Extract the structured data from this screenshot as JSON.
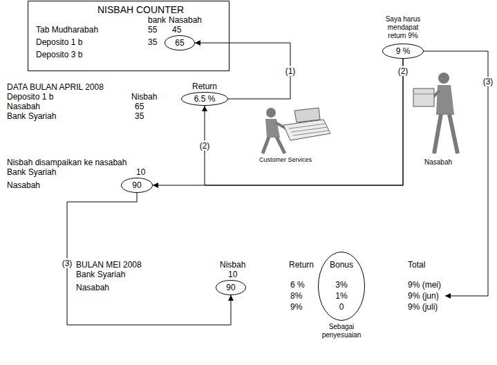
{
  "diagram": {
    "nodes": [
      {
        "text": [
          "NISBAH COUNTER",
          "bank",
          "Nasabah",
          "Tab Mudharabah",
          "55",
          "45",
          "Deposito 1 b",
          "35",
          "Deposito 3 b"
        ]
      },
      {
        "text": [
          "65"
        ],
        "in": 0
      },
      {
        "text": [
          "Return",
          "6.5 %"
        ]
      },
      {
        "text": [
          "90"
        ]
      },
      {
        "text": [
          "Saya harus mendapat return 9%",
          "9 %"
        ]
      },
      {
        "text": [
          "90"
        ]
      },
      {
        "text": [
          "Bonus",
          "3%",
          "1%",
          "0"
        ]
      }
    ],
    "edges": [
      {
        "from": 2,
        "to": 1,
        "arrow": "to",
        "label": "(1)"
      },
      {
        "from": 4,
        "to": 3,
        "arrow": "to",
        "label": "(2)"
      },
      {
        "from": 4,
        "to": 2,
        "arrow": "to",
        "label": "(2)"
      },
      {
        "from": 3,
        "to": 5,
        "arrow": "to",
        "label": "(3)"
      }
    ],
    "labels": [
      "DATA BULAN APRIL 2008",
      "Deposito 1 b",
      "Nisbah",
      "Nasabah",
      "65",
      "Bank Syariah",
      "35",
      "Customer Services",
      "Nisbah disampaikan ke nasabah",
      "Bank Syariah",
      "10",
      "Nasabah",
      "Nasabah",
      "BULAN MEI 2008",
      "Bank Syariah",
      "Nasabah",
      "Nisbah",
      "10",
      "Return",
      "6 %",
      "8%",
      "9%",
      "Total",
      "9% (mei)",
      "9% (jun)",
      "9% (juli)",
      "Sebagai penyesuaian",
      "(3)"
    ]
  }
}
